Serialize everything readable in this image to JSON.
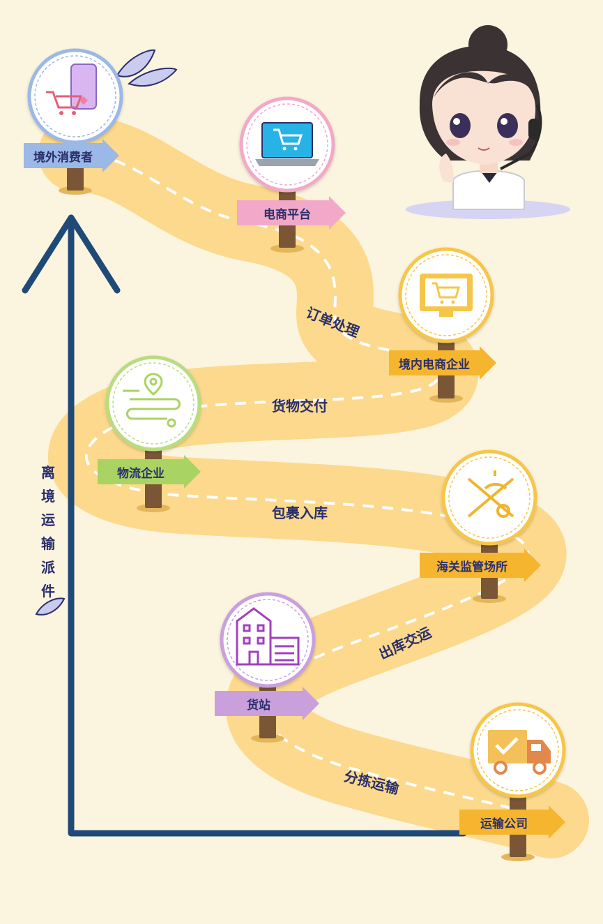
{
  "nodes": {
    "consumer": {
      "label": "境外消费者",
      "color": "#9bb8e6"
    },
    "platform": {
      "label": "电商平台",
      "color": "#f2a9c9"
    },
    "domestic": {
      "label": "境内电商企业",
      "color": "#f6b52f"
    },
    "logistics": {
      "label": "物流企业",
      "color": "#a9d362"
    },
    "customs": {
      "label": "海关监管场所",
      "color": "#f6b52f"
    },
    "station": {
      "label": "货站",
      "color": "#c9a0dc"
    },
    "transport": {
      "label": "运输公司",
      "color": "#f6b52f"
    }
  },
  "steps": {
    "order": "订单处理",
    "delivery": "货物交付",
    "warehouse": "包裹入库",
    "outbound": "出库交运",
    "sorting": "分拣运输"
  },
  "side_title": [
    "离",
    "境",
    "运",
    "输",
    "派",
    "件"
  ],
  "colors": {
    "road": "#fcd98c",
    "background": "#fbf4de",
    "arrow": "#1f4a78",
    "post": "#7a5636",
    "text": "#2a2f6b"
  },
  "icons": [
    "phone-cart-icon",
    "laptop-cart-icon",
    "monitor-cart-icon",
    "route-map-icon",
    "customs-emblem-icon",
    "building-icon",
    "truck-icon"
  ]
}
